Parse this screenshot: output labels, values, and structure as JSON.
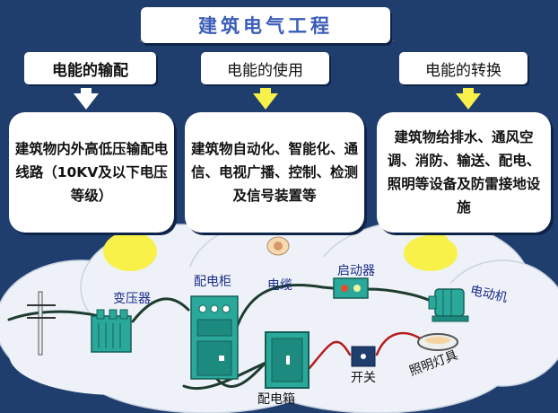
{
  "title": "建筑电气工程",
  "categories": [
    {
      "label": "电能的输配"
    },
    {
      "label": "电能的使用"
    },
    {
      "label": "电能的转换"
    }
  ],
  "descriptions": [
    {
      "text": "建筑物内外高低压输配电线路（10KV及以下电压等级）"
    },
    {
      "text": "建筑物自动化、智能化、通信、电视广播、控制、检测及信号装置等"
    },
    {
      "text": "建筑物给排水、通风空调、消防、输送、配电、照明等设备及防雷接地设施"
    }
  ],
  "labels": {
    "transformer": "变压器",
    "distribution_cabinet": "配电柜",
    "cable": "电缆",
    "starter": "启动器",
    "motor": "电动机",
    "distribution_box": "配电箱",
    "switch": "开关",
    "lighting": "照明灯具"
  },
  "colors": {
    "background": "#1f3e6e",
    "title_text": "#3b5db8",
    "arrow_yellow": "#f7f14a",
    "cloud": "#eef2f8",
    "equipment_teal": "#2aa89a",
    "wire_dark": "#1d3b2e",
    "wire_red": "#b51d1d"
  },
  "icons": [
    "arrow-down-icon",
    "transformer-icon",
    "cabinet-icon",
    "starter-icon",
    "motor-icon",
    "box-icon",
    "switch-icon",
    "lamp-icon",
    "pole-icon"
  ]
}
